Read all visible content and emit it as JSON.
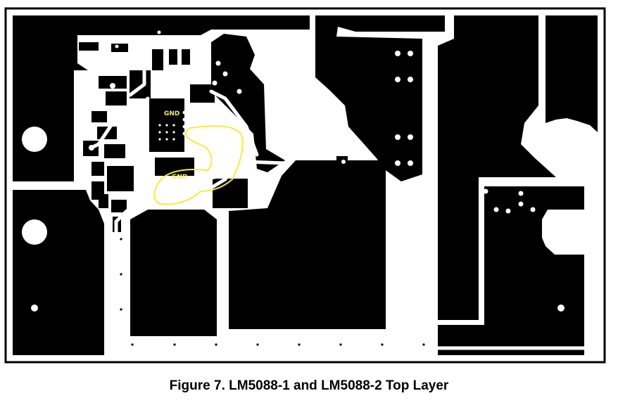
{
  "figure": {
    "caption": "Figure 7. LM5088-1 and LM5088-2 Top Layer",
    "silkscreen_labels": [
      "GND",
      "GND"
    ]
  },
  "colors": {
    "copper": "#000000",
    "substrate": "#ffffff",
    "silkscreen": "#f3e96b",
    "highlight": "#f3ee3c"
  }
}
